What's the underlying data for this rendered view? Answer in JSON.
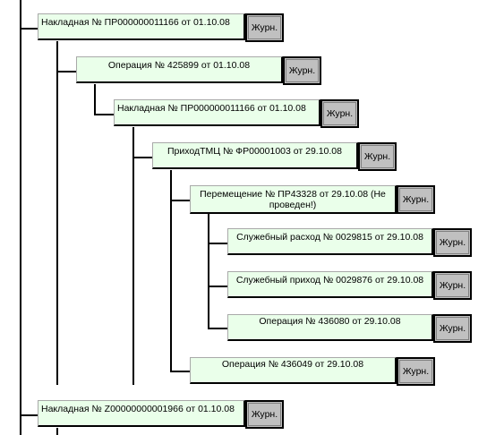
{
  "tree": {
    "nodes": [
      {
        "label": "Накладная № ПР000000011166  от 01.10.08"
      },
      {
        "label": "Операция № 425899 от 01.10.08"
      },
      {
        "label": "Накладная № ПР000000011166  от 01.10.08"
      },
      {
        "label": "ПриходТМЦ № ФР00001003 от 29.10.08"
      },
      {
        "label": "Перемещение № ПР43328 от 29.10.08 (Не проведен!)"
      },
      {
        "label": "Служебный расход № 0029815 от 29.10.08"
      },
      {
        "label": "Служебный приход № 0029876 от 29.10.08"
      },
      {
        "label": "Операция № 436080 от 29.10.08"
      },
      {
        "label": "Операция № 436049 от 29.10.08"
      },
      {
        "label": "Накладная № Z00000000001966  от 01.10.08"
      }
    ],
    "journal_button_label": "Журн."
  }
}
